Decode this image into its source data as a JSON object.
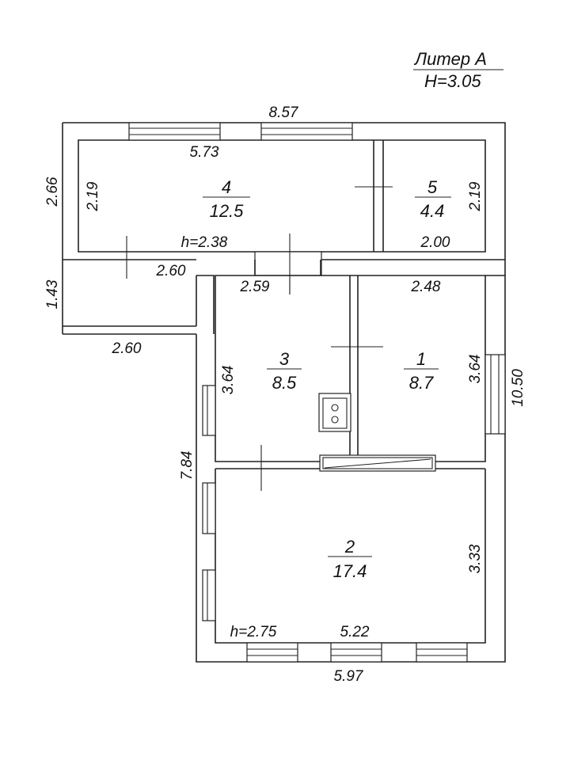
{
  "header": {
    "litera": "Литер А",
    "height": "H=3.05"
  },
  "rooms": [
    {
      "number": "4",
      "area": "12.5"
    },
    {
      "number": "5",
      "area": "4.4"
    },
    {
      "number": "3",
      "area": "8.5"
    },
    {
      "number": "1",
      "area": "8.7"
    },
    {
      "number": "2",
      "area": "17.4"
    }
  ],
  "dimensions": {
    "top_total": "8.57",
    "room4_width": "5.73",
    "room4_height": "2.19",
    "room5_height": "2.19",
    "left_upper_total": "2.66",
    "upper_ceiling": "h=2.38",
    "room5_width": "2.00",
    "porch_inner_width": "2.60",
    "porch_height": "1.43",
    "porch_outer_width": "2.60",
    "room3_width": "2.59",
    "room1_width": "2.48",
    "room3_height": "3.64",
    "room1_height": "3.64",
    "right_total": "10.50",
    "left_lower_total": "7.84",
    "room2_height": "3.33",
    "lower_ceiling": "h=2.75",
    "room2_width": "5.22",
    "bottom_total": "5.97"
  }
}
